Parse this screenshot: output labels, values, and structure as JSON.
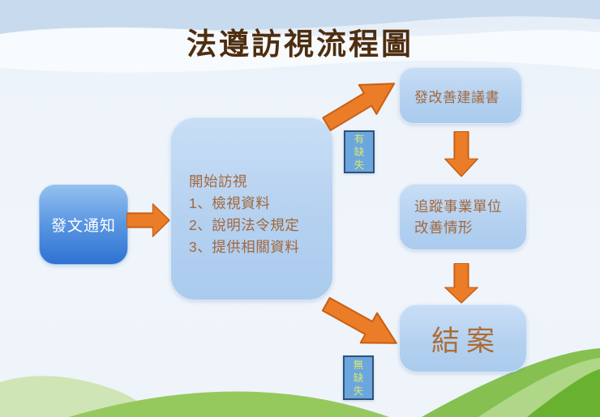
{
  "title": "法遵訪視流程圖",
  "nodes": {
    "notify": {
      "label": "發文通知"
    },
    "visit": {
      "heading": "開始訪視",
      "items": [
        "1、檢視資料",
        "2、說明法令規定",
        "3、提供相關資料"
      ]
    },
    "suggestion": {
      "label": "發改善建議書"
    },
    "track": {
      "lines": [
        "追蹤事業單位",
        "改善情形"
      ]
    },
    "close": {
      "label": "結案"
    }
  },
  "branch_labels": {
    "has_defect": "有缺失",
    "no_defect": "無缺失"
  },
  "colors": {
    "title_text": "#4E2E10",
    "box_text": "#A2673C",
    "box_fill": "#B4D1F0",
    "notify_gradient_top": "#93C0F0",
    "notify_gradient_bottom": "#2E72D2",
    "arrow_fill": "#EC7D28",
    "arrow_border": "#C95F14",
    "branch_box_fill": "#6BA7DE",
    "branch_box_border": "#31517A",
    "branch_text": "#DCE76C",
    "hill_pale": "#CFE5B5",
    "hill_medium": "#96C95D",
    "hill_bright": "#68B22F",
    "sky_band": "#C8DAEE"
  }
}
